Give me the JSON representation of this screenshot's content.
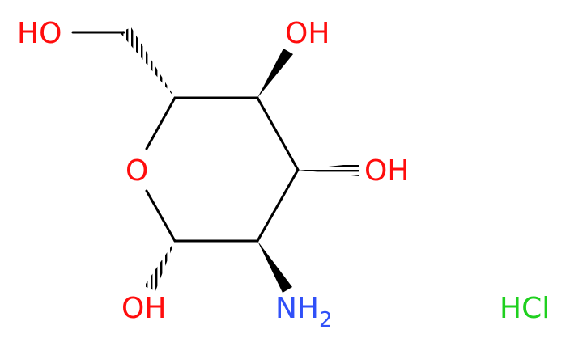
{
  "molecule": {
    "labels": {
      "ho_top_left": "HO",
      "oh_top": "OH",
      "oh_right": "OH",
      "ring_o": "O",
      "oh_bottom": "OH",
      "nh2_main": "NH",
      "nh2_sub": "2",
      "hcl": "HCl"
    },
    "colors": {
      "oxygen": "#ff0d0d",
      "nitrogen": "#3050f8",
      "chlorine": "#1fd01f",
      "bond": "#000000"
    }
  }
}
